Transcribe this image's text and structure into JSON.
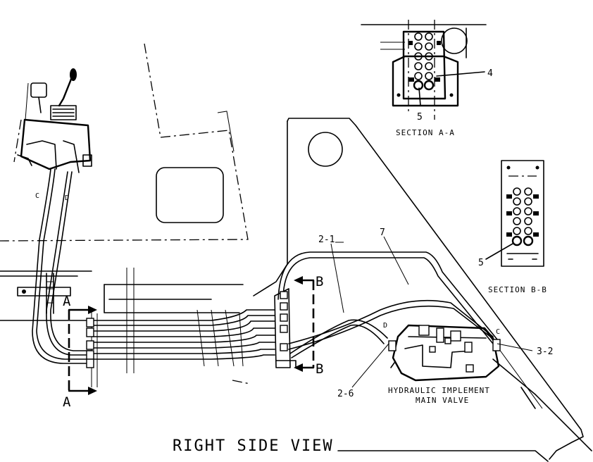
{
  "title": "RIGHT SIDE VIEW",
  "sections": {
    "a": "SECTION A-A",
    "b": "SECTION B-B"
  },
  "component": {
    "line1": "HYDRAULIC IMPLEMENT",
    "line2": "MAIN VALVE"
  },
  "callouts": {
    "c4": "4",
    "c5_top": "5",
    "c5_mid": "5",
    "c2_1": "2-1",
    "c7": "7",
    "c3_2": "3-2",
    "c2_6": "2-6"
  },
  "port_labels": {
    "c_left": "C",
    "d_left": "D",
    "d_right": "D",
    "c_right": "C"
  },
  "section_markers": {
    "a_top": "A",
    "a_bottom": "A",
    "b_top": "B",
    "b_bottom": "B"
  }
}
